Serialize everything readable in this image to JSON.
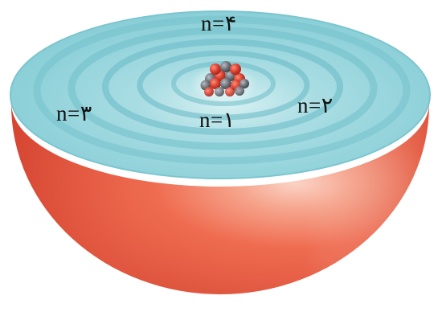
{
  "diagram": {
    "labels": {
      "n4": "n=۴",
      "n3": "n=۳",
      "n2": "n=۲",
      "n1": "n=۱"
    },
    "colors": {
      "top_surface": "#9ed8df",
      "ring_dark": "#5fb7c4",
      "hemisphere": "#ef6a4f",
      "hemisphere_highlight": "#f8c6b8",
      "proton": "#d83a2a",
      "neutron": "#6b6f76"
    },
    "icons": {
      "hemisphere": "hemisphere-shape",
      "nucleus": "atom-nucleus-icon"
    }
  }
}
